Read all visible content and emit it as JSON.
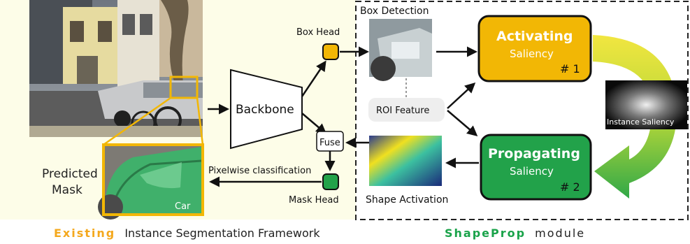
{
  "labels": {
    "box_head": "Box Head",
    "box_detection": "Box Detection",
    "backbone": "Backbone",
    "roi_feature": "ROI Feature",
    "fuse": "Fuse",
    "mask_head": "Mask Head",
    "pixelwise": "Pixelwise classification",
    "predicted_mask_line1": "Predicted",
    "predicted_mask_line2": "Mask",
    "car": "Car",
    "shape_activation": "Shape Activation",
    "instance_saliency": "Instance Saliency"
  },
  "activating": {
    "title": "Activating",
    "sub": "Saliency",
    "num": "# 1"
  },
  "propagating": {
    "title": "Propagating",
    "sub": "Saliency",
    "num": "# 2"
  },
  "captions": {
    "existing_highlight": "Existing",
    "existing_rest": "Instance Segmentation Framework",
    "shapeprop_highlight": "ShapeProp",
    "shapeprop_rest": "module"
  },
  "colors": {
    "orange": "#f2b705",
    "green": "#22a24a",
    "light_yellow_bg": "#fdfde8",
    "caption_orange": "#f4a81d",
    "caption_green": "#1aa34a"
  }
}
